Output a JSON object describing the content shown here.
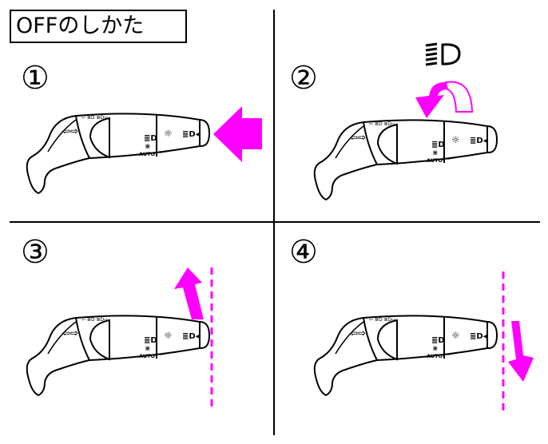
{
  "title": "OFFのしかた",
  "steps": [
    {
      "number": "①"
    },
    {
      "number": "②"
    },
    {
      "number": "③"
    },
    {
      "number": "④"
    }
  ],
  "lever": {
    "auto_label": "AUTO"
  },
  "colors": {
    "accent": "#ff00ff",
    "line": "#000000"
  },
  "icons": [
    "turn-signal-arrows-icon",
    "headlamp-icon",
    "fog-lamp-icon",
    "light-sun-icon",
    "parking-light-icon",
    "high-beam-icon",
    "push-arrow-icon",
    "rotate-arrow-icon",
    "pull-arrow-icon"
  ]
}
